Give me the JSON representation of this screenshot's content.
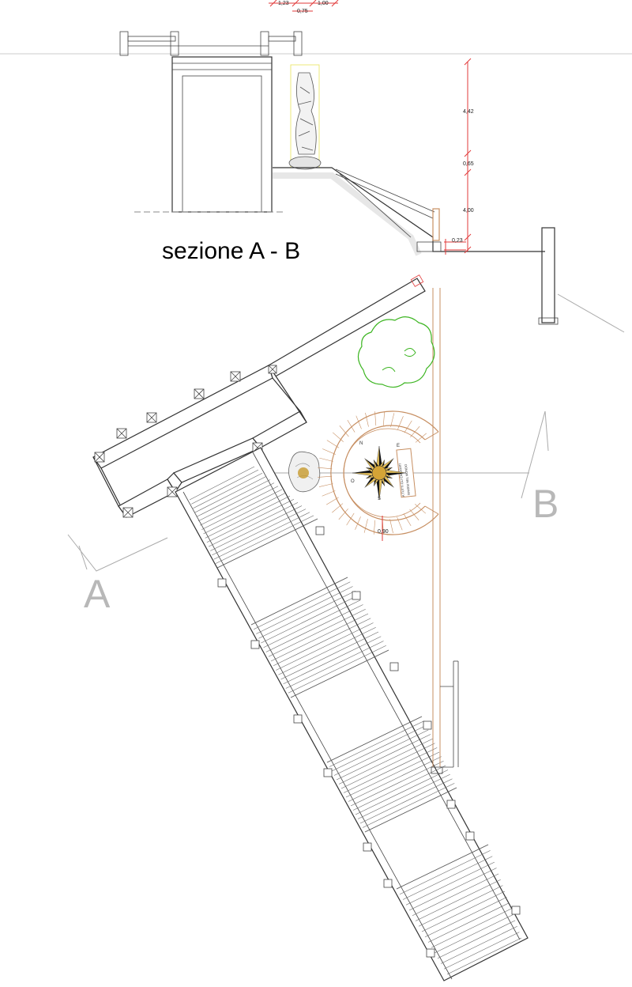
{
  "section_title": "sezione A - B",
  "section_labels": {
    "a": "A",
    "b": "B"
  },
  "top_dimensions": {
    "d1": "1,23",
    "d2": "1,00",
    "d3": "0,75"
  },
  "height_dimensions": {
    "h1": "4,42",
    "h2": "0,65",
    "h3": "4,00",
    "h4": "0,23"
  },
  "plaque_dimension": "0,90",
  "plaque_text": {
    "line1": "A TUTTI GLI EMIGRATI",
    "line2": "SPARSI NEL MONDO"
  },
  "compass": {
    "north": "N",
    "east": "E",
    "south": "S",
    "west": "O"
  },
  "colors": {
    "dimension_red": "#e23a3a",
    "wood": "#c78f62",
    "tree_green": "#3cb521",
    "label_grey": "#b8b8b8",
    "sun_gold": "#c79a2d"
  },
  "icons": {
    "tree": "tree-icon",
    "boulder": "boulder-icon",
    "compass": "compass-rose-icon",
    "statue": "statue-icon"
  }
}
